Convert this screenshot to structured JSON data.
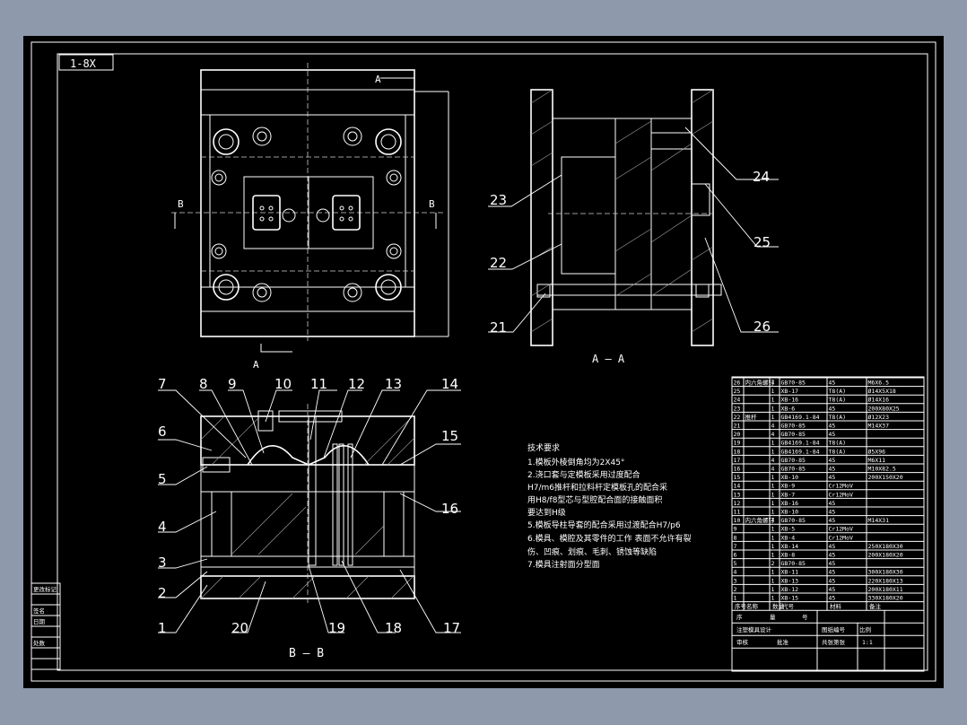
{
  "drawing": {
    "code_box": "1-8X",
    "view_aa_label": "A — A",
    "view_bb_label": "B — B",
    "section_marks": {
      "a": "A",
      "b": "B"
    },
    "callouts_bb": [
      "7",
      "8",
      "9",
      "10",
      "11",
      "12",
      "13",
      "14",
      "6",
      "15",
      "5",
      "16",
      "4",
      "3",
      "2",
      "1",
      "20",
      "19",
      "18",
      "17"
    ],
    "callouts_aa": [
      "24",
      "23",
      "25",
      "22",
      "21",
      "26"
    ]
  },
  "tech_requirements": {
    "title": "技术要求",
    "items": [
      "1.模板外棱倒角均为2X45°",
      "2.浇口套与定模板采用过度配合",
      "H7/m6推杆和拉料杆定模板孔的配合采",
      "用H8/f8型芯与型腔配合面的接触面积",
      "要达到H级",
      "5.模板导柱导套的配合采用过渡配合H7/p6",
      "6.模具、模腔及其零件的工作 表面不允许有裂",
      "伤、凹痕、划痕、毛刺、锈蚀等缺陷",
      "7.模具注射面分型面"
    ]
  },
  "bom": {
    "rows": [
      [
        "26",
        "内六角螺钉",
        "4",
        "GB70-85",
        "45",
        "M6X6.5"
      ],
      [
        "25",
        "",
        "1",
        "XB-17",
        "T8(A)",
        "Ø14X5X18"
      ],
      [
        "24",
        "",
        "1",
        "XB-16",
        "T8(A)",
        "Ø14X16"
      ],
      [
        "23",
        "",
        "1",
        "XB-6",
        "45",
        "200X80X25"
      ],
      [
        "22",
        "推杆",
        "1",
        "GB4169.1-84",
        "T8(A)",
        "Ø12X23"
      ],
      [
        "21",
        "",
        "4",
        "GB70-85",
        "45",
        "M14X37"
      ],
      [
        "20",
        "",
        "4",
        "GB70-85",
        "45",
        ""
      ],
      [
        "19",
        "",
        "1",
        "GB4169.1-84",
        "T8(A)",
        ""
      ],
      [
        "18",
        "",
        "1",
        "GB4169.1-84",
        "T8(A)",
        "Ø5X96"
      ],
      [
        "17",
        "",
        "4",
        "GB70-85",
        "45",
        "M6X11"
      ],
      [
        "16",
        "",
        "4",
        "GB70-85",
        "45",
        "M10X82.5"
      ],
      [
        "15",
        "",
        "1",
        "XB-10",
        "45",
        "200X150X20"
      ],
      [
        "14",
        "",
        "1",
        "XB-9",
        "Cr12MoV",
        ""
      ],
      [
        "13",
        "",
        "1",
        "XB-7",
        "Cr12MoV",
        ""
      ],
      [
        "12",
        "",
        "1",
        "XB-16",
        "45",
        ""
      ],
      [
        "11",
        "",
        "1",
        "XB-10",
        "45",
        ""
      ],
      [
        "10",
        "内六角螺钉",
        "4",
        "GB70-85",
        "45",
        "M14X31"
      ],
      [
        "9",
        "",
        "1",
        "XB-5",
        "Cr12MoV",
        ""
      ],
      [
        "8",
        "",
        "1",
        "XB-4",
        "Cr12MoV",
        ""
      ],
      [
        "7",
        "",
        "1",
        "XB-14",
        "45",
        "250X180X30"
      ],
      [
        "6",
        "",
        "1",
        "XB-8",
        "45",
        "200X180X20"
      ],
      [
        "5",
        "",
        "2",
        "GB70-85",
        "45",
        ""
      ],
      [
        "4",
        "",
        "1",
        "XB-11",
        "45",
        "300X180X30"
      ],
      [
        "3",
        "",
        "1",
        "XB-13",
        "45",
        "220X180X13"
      ],
      [
        "2",
        "",
        "1",
        "XB-12",
        "45",
        "200X180X11"
      ],
      [
        "1",
        "",
        "1",
        "XB-15",
        "45",
        "330X180X20"
      ]
    ],
    "header": [
      "序号",
      "名称",
      "数量",
      "代号",
      "材料",
      "备注"
    ],
    "title_block": {
      "r1": [
        "序",
        "量",
        "号"
      ],
      "r2": [
        "注塑模具设计",
        "",
        "图纸编号",
        "比例"
      ],
      "r3": [
        "审核",
        "批准",
        "",
        "共张第张",
        "1:1"
      ]
    }
  },
  "left_rev_block": [
    "更改标记",
    "",
    "签名",
    "日期",
    "",
    "处数"
  ]
}
